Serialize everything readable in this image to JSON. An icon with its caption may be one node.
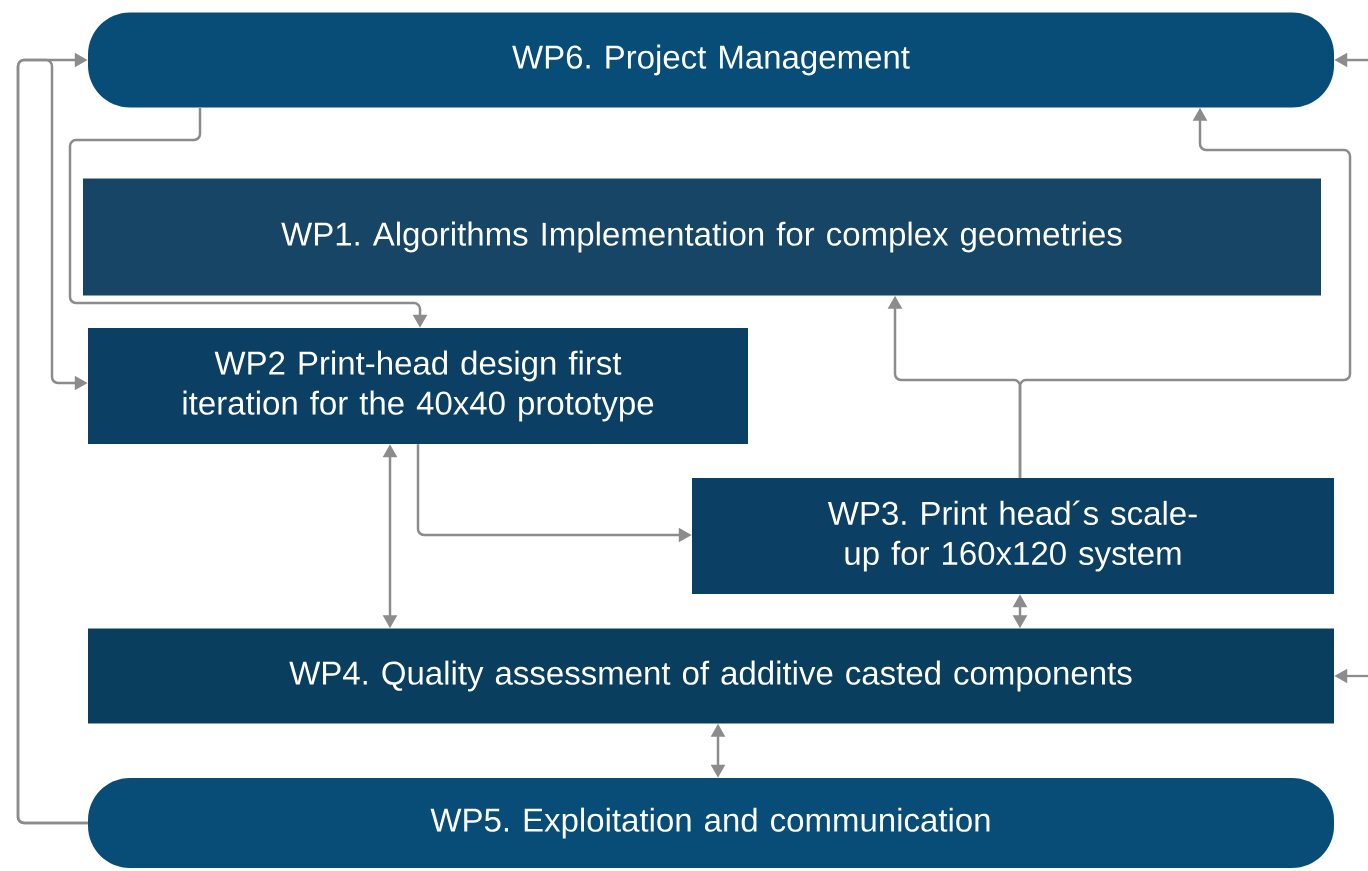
{
  "diagram": {
    "nodes": [
      {
        "text": [
          "WP6. Project Management"
        ]
      },
      {
        "text": [
          "WP1. Algorithms Implementation for complex geometries"
        ]
      },
      {
        "text": [
          "WP2 Print-head design first iteration for the 40x40 prototype"
        ]
      },
      {
        "text": [
          "WP3. Print head´s scale-up for 160x120 system"
        ]
      },
      {
        "text": [
          "WP4. Quality assessment of additive casted components"
        ]
      },
      {
        "text": [
          "WP5. Exploitation and communication"
        ]
      }
    ],
    "edges": [
      {
        "from": 0,
        "to": 2,
        "arrow": "to"
      },
      {
        "from": 5,
        "to": 0,
        "arrow": "to"
      },
      {
        "from": 5,
        "to": 2,
        "arrow": "to"
      },
      {
        "from": 2,
        "to": 4,
        "arrow": "both"
      },
      {
        "from": 2,
        "to": 3,
        "arrow": "to"
      },
      {
        "from": 3,
        "to": 1,
        "arrow": "to"
      },
      {
        "from": 3,
        "to": 0,
        "arrow": "to"
      },
      {
        "from": 3,
        "to": 4,
        "arrow": "both"
      },
      {
        "from": 4,
        "to": 5,
        "arrow": "both"
      },
      {
        "from": null,
        "to": 0,
        "arrow": "to"
      },
      {
        "from": null,
        "to": 4,
        "arrow": "to"
      }
    ]
  }
}
